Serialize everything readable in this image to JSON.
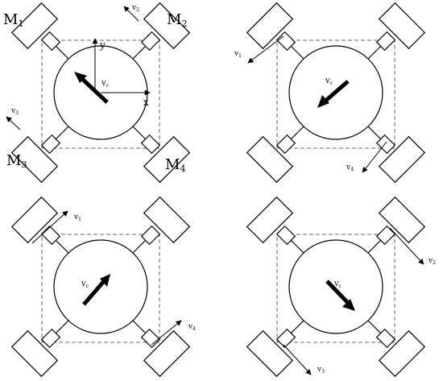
{
  "labels": {
    "m1": "M",
    "m1_sub": "1",
    "m2": "M",
    "m2_sub": "2",
    "m3": "M",
    "m3_sub": "3",
    "m4": "M",
    "m4_sub": "4",
    "axis_x": "x",
    "axis_y": "y",
    "vc": "v",
    "vc_sub": "c",
    "v1": "v",
    "v1_sub": "1",
    "v2": "v",
    "v2_sub": "2",
    "v3": "v",
    "v3_sub": "3",
    "v4": "v",
    "v4_sub": "4"
  },
  "colors": {
    "stroke": "#000000",
    "dashed_frame": "#666666",
    "background": "#ffffff"
  }
}
